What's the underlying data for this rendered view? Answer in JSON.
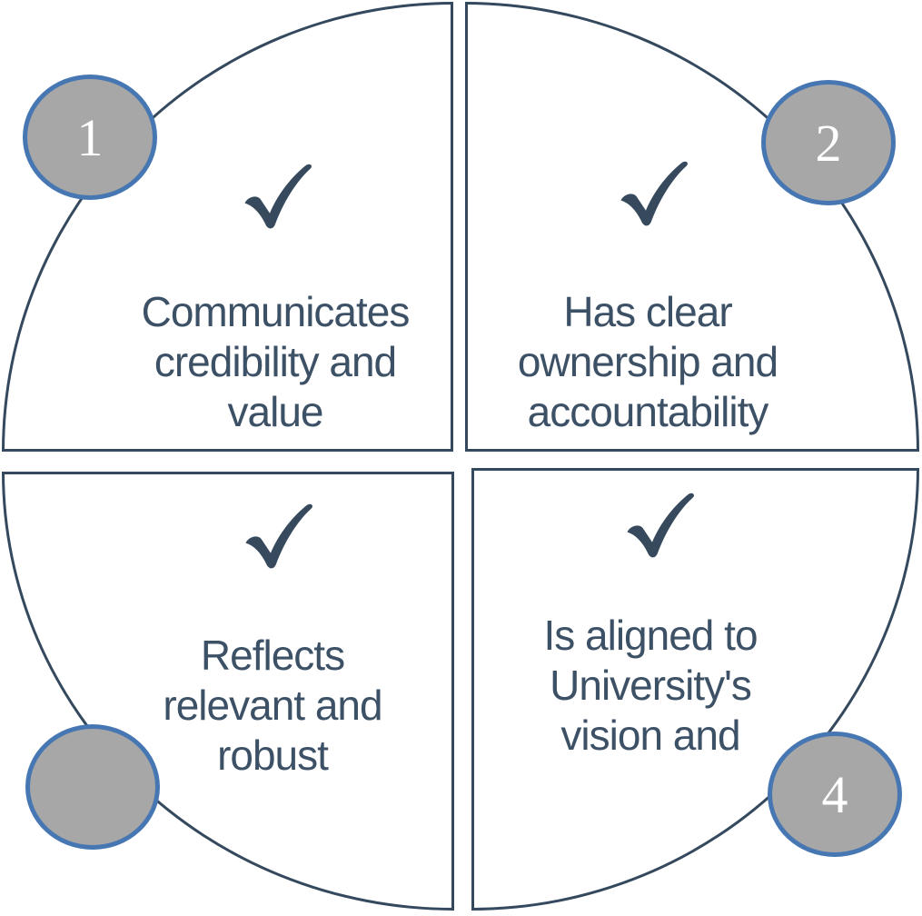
{
  "diagram": {
    "type": "quadrant-cycle",
    "colors": {
      "outline_navy": "#35495e",
      "text_navy": "#3d5166",
      "checkmark_navy": "#36495d",
      "badge_fill_gray": "#a7a7a7",
      "badge_border_blue": "#4677b2",
      "badge_number_white": "#ffffff",
      "background": "#ffffff"
    },
    "quadrants": [
      {
        "position": "top-left",
        "badge": "1",
        "check_icon": "checkmark",
        "text": "Communicates\ncredibility and\nvalue"
      },
      {
        "position": "top-right",
        "badge": "2",
        "check_icon": "checkmark",
        "text": "Has clear\nownership and\naccountability"
      },
      {
        "position": "bottom-left",
        "badge": "",
        "check_icon": "checkmark",
        "text": "Reflects\nrelevant and\nrobust"
      },
      {
        "position": "bottom-right",
        "badge": "4",
        "check_icon": "checkmark",
        "text": "Is aligned to\nUniversity's\nvision and"
      }
    ]
  }
}
